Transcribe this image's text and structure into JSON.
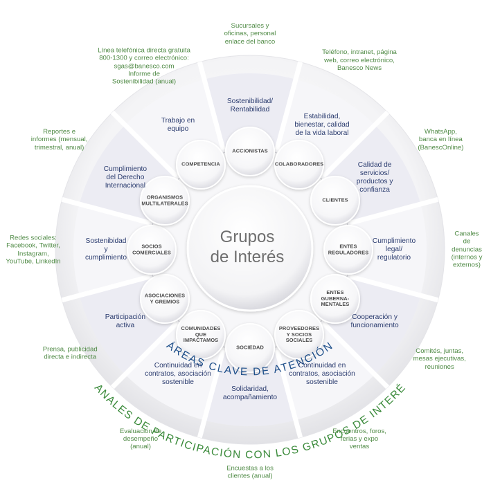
{
  "center_title": "Grupos\nde Interés",
  "ring_labels": {
    "areas": "ÁREAS CLAVE DE ATENCIÓN",
    "channels": "CANALES DE PARTICIPACIÓN CON LOS GRUPOS DE INTERÉS"
  },
  "stakeholders": [
    "ACCIONISTAS",
    "COLABORADORES",
    "CLIENTES",
    "ENTES\nREGULADORES",
    "ENTES\nGUBERNA-\nMENTALES",
    "PROVEEDORES\nY SOCIOS\nSOCIALES",
    "SOCIEDAD",
    "COMUNIDADES\nQUE\nIMPACTAMOS",
    "ASOCIACIONES\nY GREMIOS",
    "SOCIOS\nCOMERCIALES",
    "ORGANISMOS\nMULTILATERALES",
    "COMPETENCIA"
  ],
  "key_areas": [
    "Sostenibilidad/\nRentabilidad",
    "Estabilidad,\nbienestar, calidad\nde la vida laboral",
    "Calidad de\nservicios/\nproductos y\nconfianza",
    "Cumplimiento\nlegal/\nregulatorio",
    "Cooperación y\nfuncionamiento",
    "Continuidad en\ncontratos, asociación\nsostenible",
    "Solidaridad,\nacompañamiento",
    "Continuidad en\ncontratos, asociación\nsostenible",
    "Participación\nactiva",
    "Sostenibidad\ny\ncumplimiento",
    "Cumplimiento\ndel Derecho\nInternacional",
    "Trabajo en\nequipo"
  ],
  "channels": [
    "Sucursales y\noficinas, personal\nenlace del banco",
    "Teléfono, intranet, página\nweb, correo electrónico,\nBanesco News",
    "WhatsApp,\nbanca en línea\n(BanescOnline)",
    "Canales de\ndenuncias\n(internos y\nexternos)",
    "Comités, juntas,\nmesas ejecutivas,\nreuniones",
    "Encuentros, foros,\nferias y expo\nventas",
    "Encuestas a los\nclientes (anual)",
    "Evaluación de\ndesempeño\n(anual)",
    "Prensa, publicidad\ndirecta e indirecta",
    "Redes sociales:\nFacebook, Twitter,\nInstagram,\nYouTube, LinkedIn",
    "Reportes e\ninformes (mensual,\ntrimestral, anual)",
    "Línea telefónica directa gratuita\n800-1300 y correo electrónico:\nsgas@banesco.com\nInforme de\nSostenibilidad (anual)"
  ],
  "colors": {
    "area_text": "#2a3b6e",
    "channel_text": "#4f8a45",
    "areas_ring_label": "#1e4f8a",
    "channels_ring_label": "#3a8a3a",
    "group_text": "#4a4a4a"
  }
}
